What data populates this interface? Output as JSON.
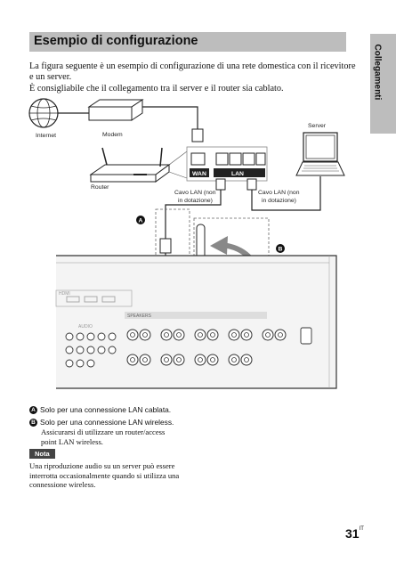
{
  "section_title": "Esempio di configurazione",
  "side_tab": "Collegamenti",
  "intro_lines": [
    "La figura seguente è un esempio di configurazione di una rete domestica con il ricevitore",
    "e un server.",
    "È consigliabile che il collegamento tra il server e il router sia cablato."
  ],
  "diagram": {
    "internet": "Internet",
    "modem": "Modem",
    "server": "Server",
    "router": "Router",
    "wan": "WAN",
    "lan": "LAN",
    "cable1_line1": "Cavo LAN (non",
    "cable1_line2": "in dotazione)",
    "cable2_line1": "Cavo LAN (non",
    "cable2_line2": "in dotazione)",
    "marker_a": "A",
    "marker_b": "B",
    "panel_hdmi": "HDMI",
    "panel_audio": "AUDIO",
    "panel_speakers": "SPEAKERS"
  },
  "notes": {
    "a_letter": "A",
    "a_text": "Solo per una connessione LAN cablata.",
    "b_letter": "B",
    "b_text": "Solo per una connessione LAN wireless.",
    "b_sub_line1": "Assicurarsi di utilizzare un router/access",
    "b_sub_line2": "point LAN wireless."
  },
  "nota_label": "Nota",
  "nota_lines": [
    "Una riproduzione audio su un server può essere",
    "interrotta occasionalmente quando si utilizza una",
    "connessione wireless."
  ],
  "page_number": "31",
  "page_suffix": "IT"
}
